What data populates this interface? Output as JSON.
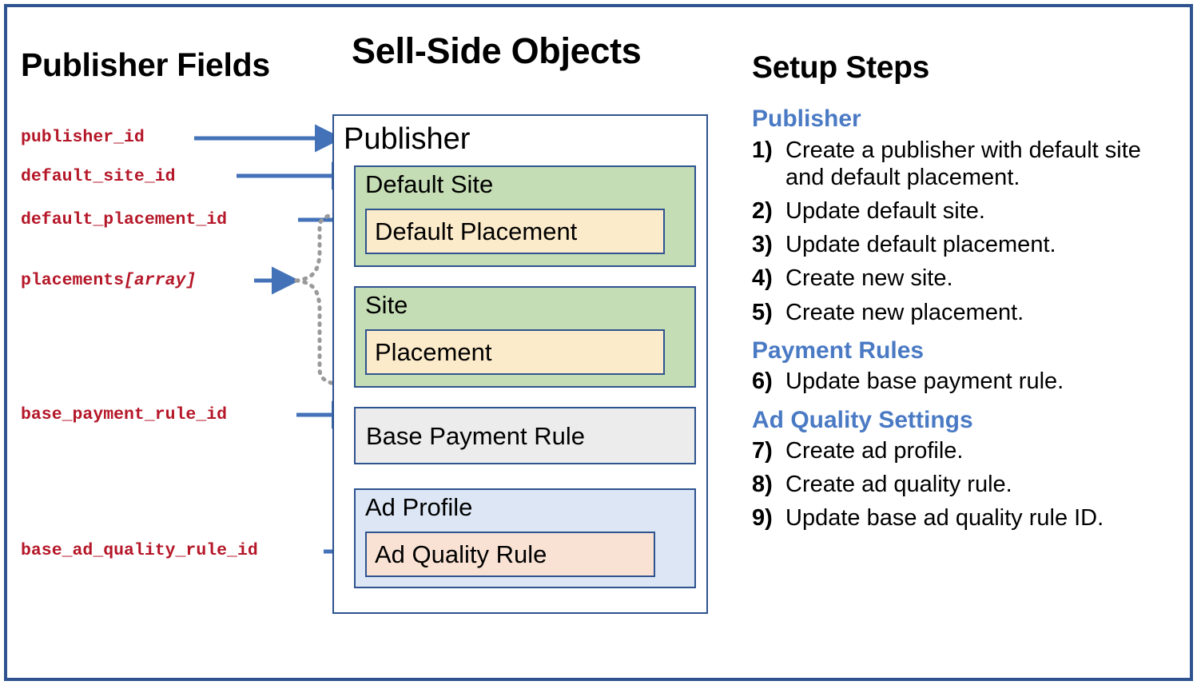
{
  "headings": {
    "publisher_fields": "Publisher Fields",
    "sell_side_objects": "Sell-Side Objects",
    "setup_steps": "Setup Steps"
  },
  "publisher_fields": [
    {
      "name": "publisher_id",
      "array_suffix": ""
    },
    {
      "name": "default_site_id",
      "array_suffix": ""
    },
    {
      "name": "default_placement_id",
      "array_suffix": ""
    },
    {
      "name": "placements",
      "array_suffix": "[array]"
    },
    {
      "name": "base_payment_rule_id",
      "array_suffix": ""
    },
    {
      "name": "base_ad_quality_rule_id",
      "array_suffix": ""
    }
  ],
  "sell_side": {
    "publisher_title": "Publisher",
    "objects": {
      "default_site": "Default Site",
      "default_placement": "Default Placement",
      "site": "Site",
      "placement": "Placement",
      "base_payment_rule": "Base Payment Rule",
      "ad_profile": "Ad Profile",
      "ad_quality_rule": "Ad Quality Rule"
    }
  },
  "setup_steps": {
    "groups": [
      {
        "heading": "Publisher",
        "steps": [
          {
            "num": "1)",
            "text": "Create a publisher with default site and default placement."
          },
          {
            "num": "2)",
            "text": "Update default site."
          },
          {
            "num": "3)",
            "text": "Update default placement."
          },
          {
            "num": "4)",
            "text": "Create new site."
          },
          {
            "num": "5)",
            "text": "Create new placement."
          }
        ]
      },
      {
        "heading": "Payment Rules",
        "steps": [
          {
            "num": "6)",
            "text": "Update base payment rule."
          }
        ]
      },
      {
        "heading": "Ad Quality Settings",
        "steps": [
          {
            "num": "7)",
            "text": "Create ad profile."
          },
          {
            "num": "8)",
            "text": "Create ad quality rule."
          },
          {
            "num": "9)",
            "text": "Update base ad quality rule ID."
          }
        ]
      }
    ]
  },
  "colors": {
    "frame_border": "#2E5390",
    "field_label_red": "#B51728",
    "arrow_blue": "#4472B8",
    "dotted_gray": "#9A9A9A",
    "site_green": "#C5DDB4",
    "placement_yellow": "#FCEBCA",
    "payment_rule_gray": "#ECECEC",
    "ad_profile_blue": "#DCE6F5",
    "ad_quality_peach": "#F9E2D4",
    "step_heading_blue": "#4A7AC4"
  }
}
